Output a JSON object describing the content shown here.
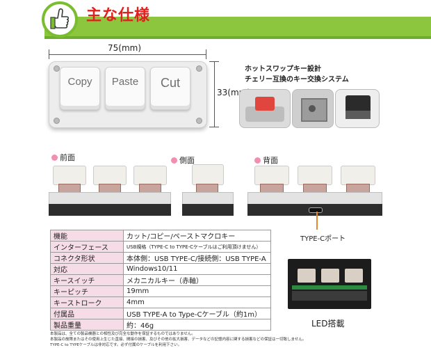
{
  "header": {
    "title": "主な仕様"
  },
  "dimensions": {
    "width_label": "75(mm)",
    "height_label": "33(mm)"
  },
  "keys": [
    {
      "label": "Copy"
    },
    {
      "label": "Paste"
    },
    {
      "label": "Cut"
    }
  ],
  "hotswap": {
    "line1": "ホットスワップキー設計",
    "line2": "チェリー互換のキー交換システム"
  },
  "views": {
    "front": "前面",
    "side": "側面",
    "back": "背面"
  },
  "typec_label": "TYPE-Cポート",
  "specs": [
    {
      "key": "機能",
      "value": "カット/コピー/ペーストマクロキー"
    },
    {
      "key": "インターフェース",
      "value": "USB規格（TYPE-C to TYPE-Cケーブルはご利用頂けません）"
    },
    {
      "key": "コネクタ形状",
      "value": "本体側：USB TYPE-C/接続側：USB TYPE-A"
    },
    {
      "key": "対応",
      "value": "Windows10/11"
    },
    {
      "key": "キースイッチ",
      "value": "メカニカルキー（赤軸）"
    },
    {
      "key": "キーピッチ",
      "value": "19mm"
    },
    {
      "key": "キーストローク",
      "value": "4mm"
    },
    {
      "key": "付属品",
      "value": "USB TYPE-A to Type-Cケーブル（約1m）"
    },
    {
      "key": "製品重量",
      "value": "約：46g"
    }
  ],
  "notes": {
    "line1": "本製品は、全ての製品機器との相性及び完全な動作を保証するものではありません。",
    "line2": "本製品の故障またはその使用上生じた直接、間接の損害、及びその他の拡大損害、データなどの記憶内容に関する損害などの保証は一切致しません。",
    "line3": "TYPE-C to TYPEケーブルは非対応です。必ず付属のケーブルを利用下さい。"
  },
  "led_label": "LED搭載",
  "colors": {
    "brand_green": "#8cc63f",
    "title_red": "#e0201c",
    "table_key_bg": "#f6dce6"
  },
  "icons": [
    "thumbs-up-hand-icon",
    "flower-icon"
  ]
}
